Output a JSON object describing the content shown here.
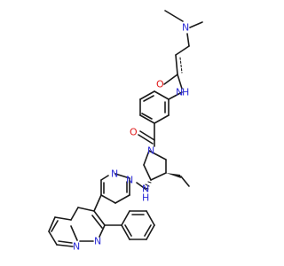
{
  "molecule": {
    "atom_labels": {
      "n_dimethyl": "N",
      "amide_n": "N",
      "amide_h": "H",
      "amide_o": "O",
      "carbonyl_o": "O",
      "pyrrolidine_n": "N",
      "amine_n": "N",
      "amine_h": "H",
      "pyrimidine_n1": "N",
      "pyrimidine_n2": "N",
      "pyridine_n": "N",
      "pyrazole_n": "N"
    },
    "colors": {
      "bond": "#1a1a1a",
      "nitrogen": "#2b2bd6",
      "oxygen": "#e01b1b",
      "carbon_text": "#1a1a1a"
    }
  }
}
